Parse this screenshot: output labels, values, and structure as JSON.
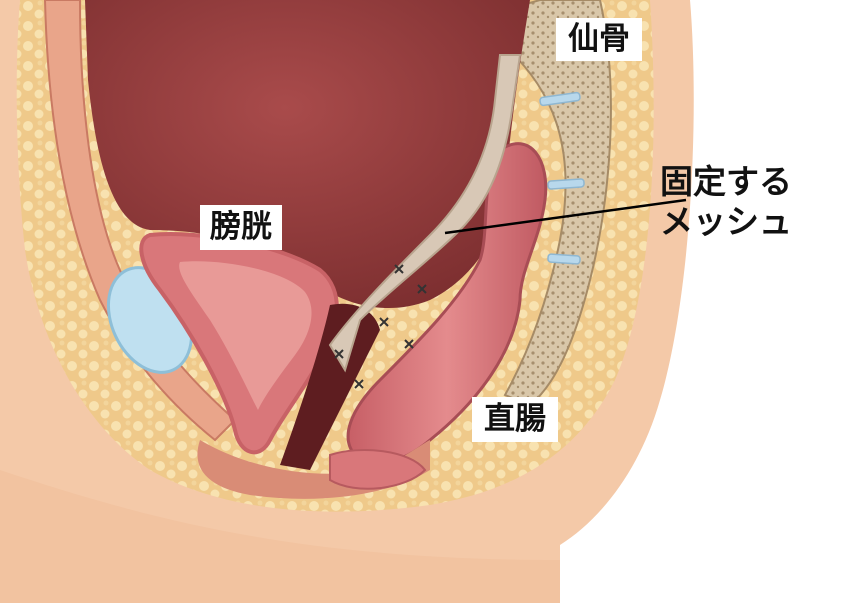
{
  "labels": {
    "sacrum": "仙骨",
    "mesh_line1": "固定する",
    "mesh_line2": "メッシュ",
    "bladder": "膀胱",
    "rectum": "直腸"
  },
  "colors": {
    "skin": "#f4c9a8",
    "fat": "#efc98a",
    "fat_spot": "#f8e2b0",
    "cavity": "#8f3b3c",
    "organ": "#d9777a",
    "organ_dark": "#b9575c",
    "bone": "#d9c7a9",
    "disc": "#b8d8ec",
    "mesh": "#d8c8b6",
    "pubic_bone": "#bfe0f0"
  }
}
